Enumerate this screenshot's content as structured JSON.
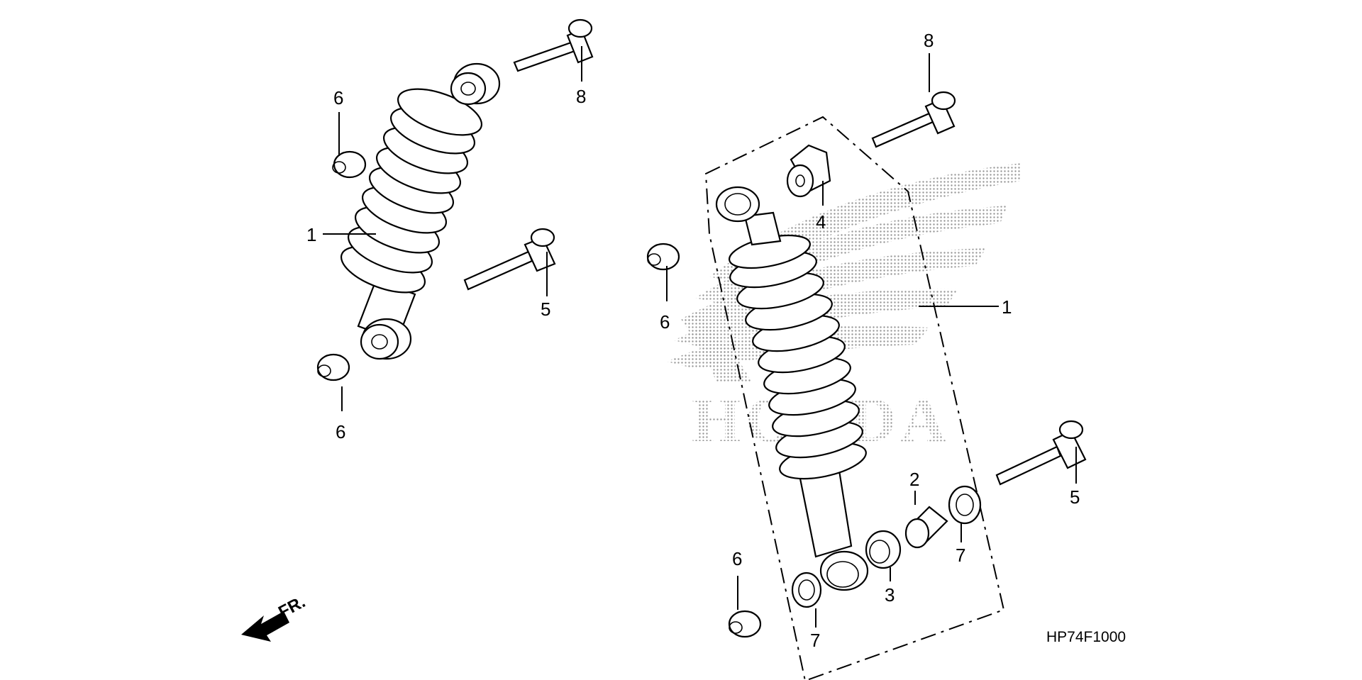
{
  "callouts": {
    "left_shock": "1",
    "right_shock": "1",
    "bushing": "2",
    "bearing": "3",
    "upper_bushing": "4",
    "bolt_left": "5",
    "bolt_right": "5",
    "nut_upper_left": "6",
    "nut_lower_left": "6",
    "nut_middle": "6",
    "nut_bottom": "6",
    "washer_left": "7",
    "washer_right": "7",
    "bolt_upper_left": "8",
    "bolt_upper_right": "8"
  },
  "front_arrow": "FR.",
  "diagram_code": "HP74F1000",
  "watermark_brand": "HONDA",
  "colors": {
    "ink": "#000000",
    "background": "#ffffff",
    "watermark": "#8c8c8c"
  }
}
